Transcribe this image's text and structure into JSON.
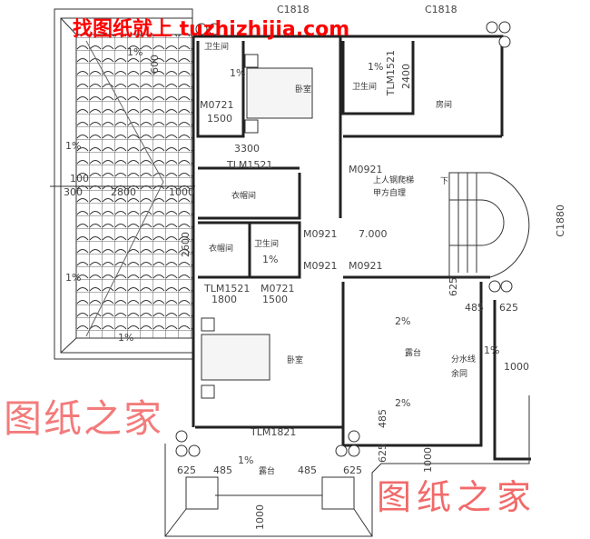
{
  "watermarks": {
    "top": "找图纸就上 tuzhizhijia.com",
    "bottom": "图纸之家",
    "center": "图纸之家"
  },
  "rooms": {
    "bathroom_1": "卫生间",
    "bedroom_1": "卧室",
    "bathroom_2": "卫生间",
    "room": "房间",
    "closet_1": "衣帽间",
    "closet_2": "衣帽间",
    "bathroom_3": "卫生间",
    "bedroom_2": "卧室",
    "terrace_1": "露台",
    "terrace_2": "露台"
  },
  "annotations": {
    "ladder_1": "上人钢爬梯",
    "ladder_2": "甲方自理",
    "water_line_1": "分水线",
    "water_line_2": "余同",
    "down": "下",
    "elevation": "7.000"
  },
  "doors_windows": {
    "c1818_a": "C1818",
    "c1818_b": "C1818",
    "m0721_a": "M0721",
    "tlm1521_a": "TLM1521",
    "tlm1521_b": "TLM1521",
    "m0921_a": "M0921",
    "m0921_b": "M0921",
    "m0921_c": "M0921",
    "m0921_d": "M0921",
    "c1880": "C1880",
    "tlm1521_c": "TLM1521",
    "m0721_b": "M0721",
    "tlm1821": "TLM1821"
  },
  "dimensions": {
    "d1500_a": "1500",
    "d3300": "3300",
    "d2400": "2400",
    "d1800": "1800",
    "d1500_b": "1500",
    "d300": "300",
    "d100": "100",
    "d2800": "2800",
    "d1000_a": "1000",
    "d2600": "2600",
    "d600": "600",
    "d625_a": "625",
    "d485_a": "485",
    "d625_b": "625",
    "d1000_b": "1000",
    "d485_b": "485",
    "d625_c": "625",
    "d1000_c": "1000",
    "d625_d": "625",
    "d485_c": "485",
    "d485_d": "485",
    "d625_e": "625",
    "d1000_d": "1000"
  },
  "slopes": {
    "s1": "1%",
    "s2": "1%",
    "s3": "1%",
    "s4": "1%",
    "s5": "1%",
    "s6": "1%",
    "s7": "1%",
    "s8": "1%",
    "s9": "2%",
    "s10": "2%",
    "s11": "1%"
  }
}
